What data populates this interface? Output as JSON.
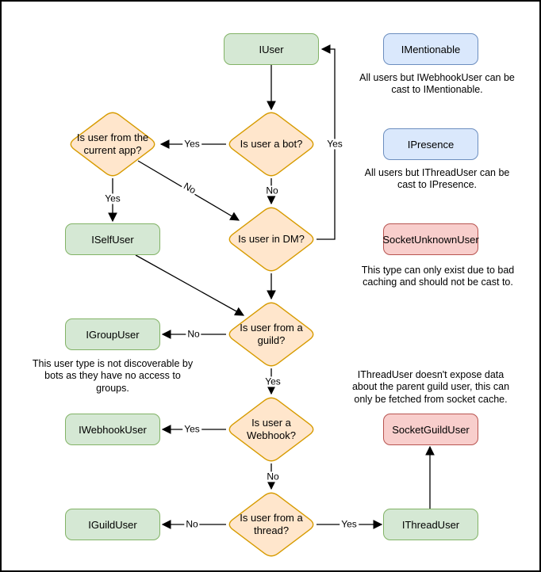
{
  "nodes": {
    "iuser": "IUser",
    "imentionable": "IMentionable",
    "ipresence": "IPresence",
    "socket_unknown_user": "SocketUnknownUser",
    "iself_user": "ISelfUser",
    "igroup_user": "IGroupUser",
    "iwebhook_user": "IWebhookUser",
    "socket_guild_user": "SocketGuildUser",
    "iguild_user": "IGuildUser",
    "ithread_user": "IThreadUser"
  },
  "decisions": {
    "is_bot": [
      "Is user a bot?"
    ],
    "is_current_app": [
      "Is user from the",
      "current app?"
    ],
    "is_dm": [
      "Is user in DM?"
    ],
    "is_guild": [
      "Is user from a",
      "guild?"
    ],
    "is_webhook": [
      "Is user a",
      "Webhook?"
    ],
    "is_thread": [
      "Is user from a",
      "thread?"
    ]
  },
  "edge_labels": {
    "bot_to_app": "Yes",
    "bot_to_dm": "No",
    "app_to_self": "Yes",
    "app_to_dm": "No",
    "dm_to_iuser": "Yes",
    "guild_to_group": "No",
    "guild_to_webhook": "Yes",
    "webhook_to_webhookuser": "Yes",
    "webhook_to_thread": "No",
    "thread_to_guilduser": "No",
    "thread_to_threaduser": "Yes"
  },
  "notes": {
    "mentionable": [
      "All users but IWebhookUser can be",
      "cast to IMentionable."
    ],
    "presence": [
      "All users but IThreadUser can be",
      "cast to IPresence."
    ],
    "unknown_user": [
      "This type can only exist due to bad",
      "caching and should not be cast to."
    ],
    "group_user": [
      "This user type is not discoverable by",
      "bots as they have no access to",
      "groups."
    ],
    "socket_guild_user": [
      "IThreadUser doesn't expose data",
      "about the parent guild user, this can",
      "only be fetched from socket cache."
    ]
  },
  "colors": {
    "interface_fill": "#d5e8d4",
    "interface_stroke": "#82b366",
    "decision_fill": "#ffe6cc",
    "decision_stroke": "#d79b00",
    "trait_fill": "#dae8fc",
    "trait_stroke": "#6c8ebf",
    "socket_fill": "#f8cecc",
    "socket_stroke": "#b85450",
    "arrow": "#000000",
    "canvas_border": "#000000"
  }
}
